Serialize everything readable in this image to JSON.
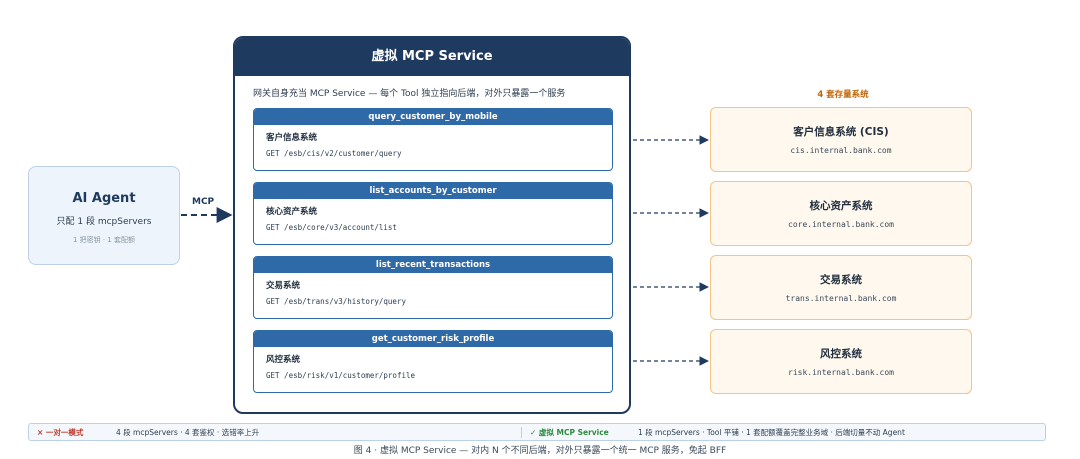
{
  "agent": {
    "title": "AI Agent",
    "subtitle": "只配 1 段 mcpServers",
    "note": "1 把密钥 · 1 套配额"
  },
  "edge_label": "MCP",
  "service": {
    "title": "虚拟 MCP Service",
    "subtitle": "网关自身充当 MCP Service — 每个 Tool 独立指向后端，对外只暴露一个服务",
    "tools": [
      {
        "name": "query_customer_by_mobile",
        "system": "客户信息系统",
        "endpoint": "GET /esb/cis/v2/customer/query"
      },
      {
        "name": "list_accounts_by_customer",
        "system": "核心资产系统",
        "endpoint": "GET /esb/core/v3/account/list"
      },
      {
        "name": "list_recent_transactions",
        "system": "交易系统",
        "endpoint": "GET /esb/trans/v3/history/query"
      },
      {
        "name": "get_customer_risk_profile",
        "system": "风控系统",
        "endpoint": "GET /esb/risk/v1/customer/profile"
      }
    ]
  },
  "systems": {
    "title": "4 套存量系统",
    "items": [
      {
        "name": "客户信息系统 (CIS)",
        "host": "cis.internal.bank.com"
      },
      {
        "name": "核心资产系统",
        "host": "core.internal.bank.com"
      },
      {
        "name": "交易系统",
        "host": "trans.internal.bank.com"
      },
      {
        "name": "风控系统",
        "host": "risk.internal.bank.com"
      }
    ]
  },
  "compare": {
    "bad_label": "× 一对一模式",
    "bad_text": "4 段 mcpServers · 4 套鉴权 · 选错率上升",
    "good_label": "✓ 虚拟 MCP Service",
    "good_text": "1 段 mcpServers · Tool 平铺 · 1 套配额覆盖完整业务域 · 后端切量不动 Agent"
  },
  "caption": "图 4 · 虚拟 MCP Service — 对内 N 个不同后端，对外只暴露一个统一 MCP 服务，免起 BFF",
  "colors": {
    "navy": "#1f3a5f",
    "tool_blue": "#2f6aa8",
    "system_bg": "#fff8ee",
    "system_border": "#f2c48a",
    "accent_orange": "#c0660b",
    "bad_red": "#c0392b",
    "good_green": "#2e8b3e"
  }
}
